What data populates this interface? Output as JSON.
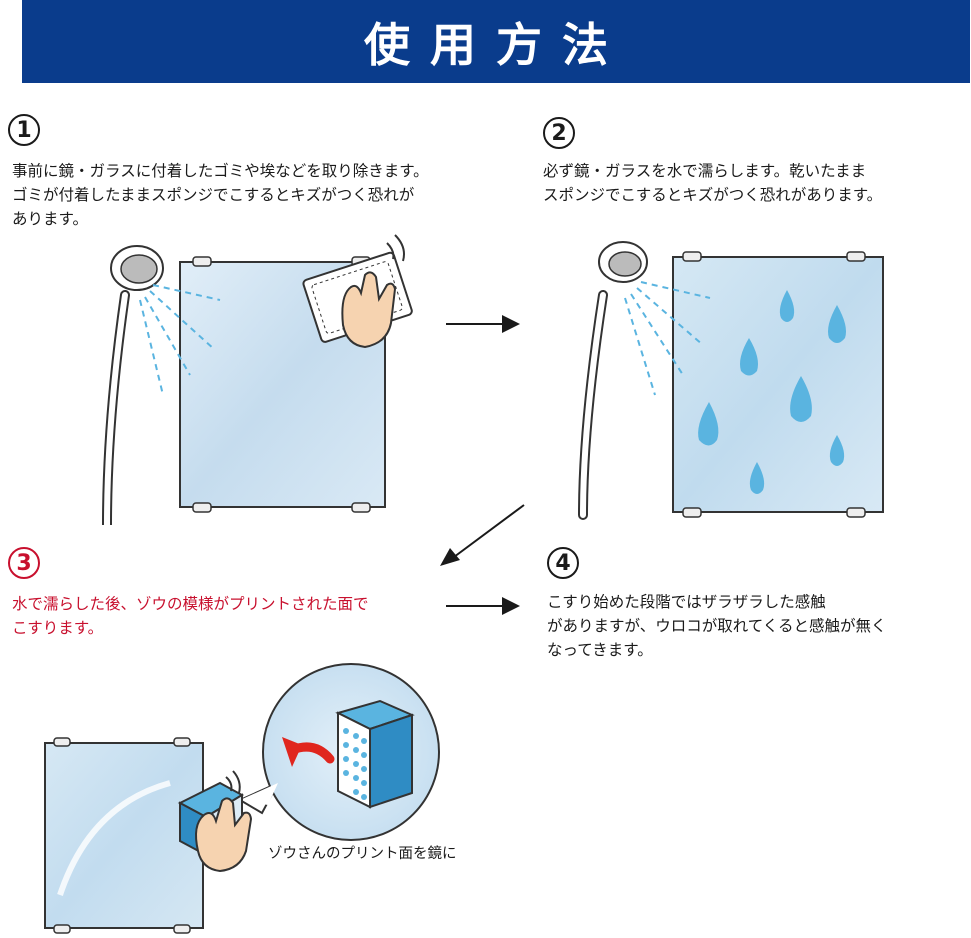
{
  "header": {
    "title": "使用方法"
  },
  "steps": [
    {
      "number": "1",
      "text": "事前に鏡・ガラスに付着したゴミや埃などを取り除きます。\nゴミが付着したままスポンジでこするとキズがつく恐れが\nあります。"
    },
    {
      "number": "2",
      "text": "必ず鏡・ガラスを水で濡らします。乾いたまま\nスポンジでこするとキズがつく恐れがあります。"
    },
    {
      "number": "3",
      "text": "水で濡らした後、ゾウの模様がプリントされた面で\nこすります。"
    },
    {
      "number": "4",
      "text": "こすり始めた段階ではザラザラした感触\nがありますが、ウロコが取れてくると感触が無く\nなってきます。"
    }
  ],
  "zoom_caption": "ゾウさんのプリント面を鏡に",
  "colors": {
    "banner": "#0a3c8c",
    "accent_red": "#c8102e",
    "mirror": "#cfe4f2",
    "water": "#5ab4e0"
  },
  "icons": [
    "shower-head-icon",
    "cloth-hand-icon",
    "water-drop-icon",
    "sponge-hand-icon",
    "arrow-right-icon",
    "arrow-diagonal-icon"
  ]
}
